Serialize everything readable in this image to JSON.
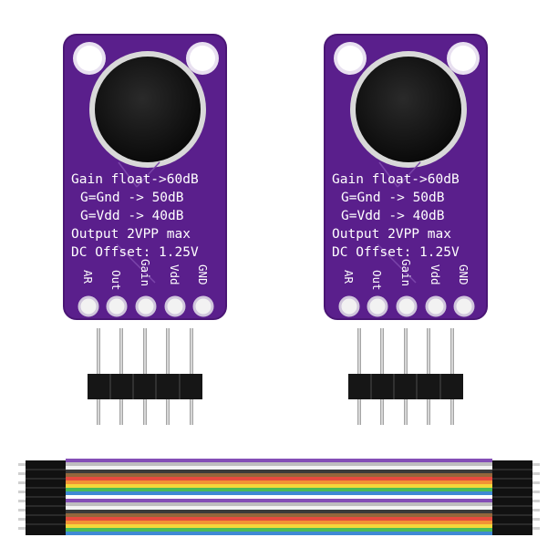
{
  "boards": [
    {
      "silkscreen": [
        "Gain float->60dB",
        "G=Gnd -> 50dB",
        "G=Vdd -> 40dB",
        "Output 2VPP max",
        "DC Offset: 1.25V"
      ],
      "pins": [
        "AR",
        "Out",
        "Gain",
        "Vdd",
        "GND"
      ]
    },
    {
      "silkscreen": [
        "Gain float->60dB",
        "G=Gnd -> 50dB",
        "G=Vdd -> 40dB",
        "Output 2VPP max",
        "DC Offset: 1.25V"
      ],
      "pins": [
        "AR",
        "Out",
        "Gain",
        "Vdd",
        "GND"
      ]
    }
  ],
  "colors": {
    "pcb": "#5a1f8c",
    "pcb_edge": "#4a1675",
    "mic": "#141414",
    "header_plastic": "#161616",
    "pin_metal": "#c9c9c9",
    "wire_colors": [
      "#7a3fb0",
      "#b9b9b9",
      "#f2f2f2",
      "#2a2a2a",
      "#8a5a2b",
      "#e33b2e",
      "#f08a24",
      "#f2d42a",
      "#3bb54a",
      "#2f7fd1"
    ]
  }
}
